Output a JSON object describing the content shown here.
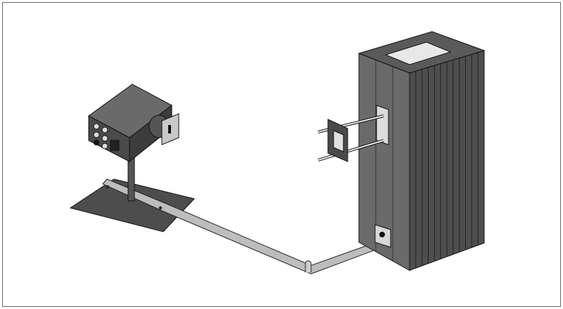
{
  "figure": {
    "colors": {
      "frame": "#555555",
      "dark_body": "#4a4a4a",
      "mid_body": "#5e5e5e",
      "light_face": "#6e6e6e",
      "conduit": "#b8b8b8",
      "outline": "#1a1a1a",
      "highlight": "#e6e6e6"
    },
    "components": [
      "sensor-head",
      "base-plate",
      "support-pole",
      "cable-conduit",
      "tower-enclosure",
      "mounting-bracket"
    ]
  }
}
